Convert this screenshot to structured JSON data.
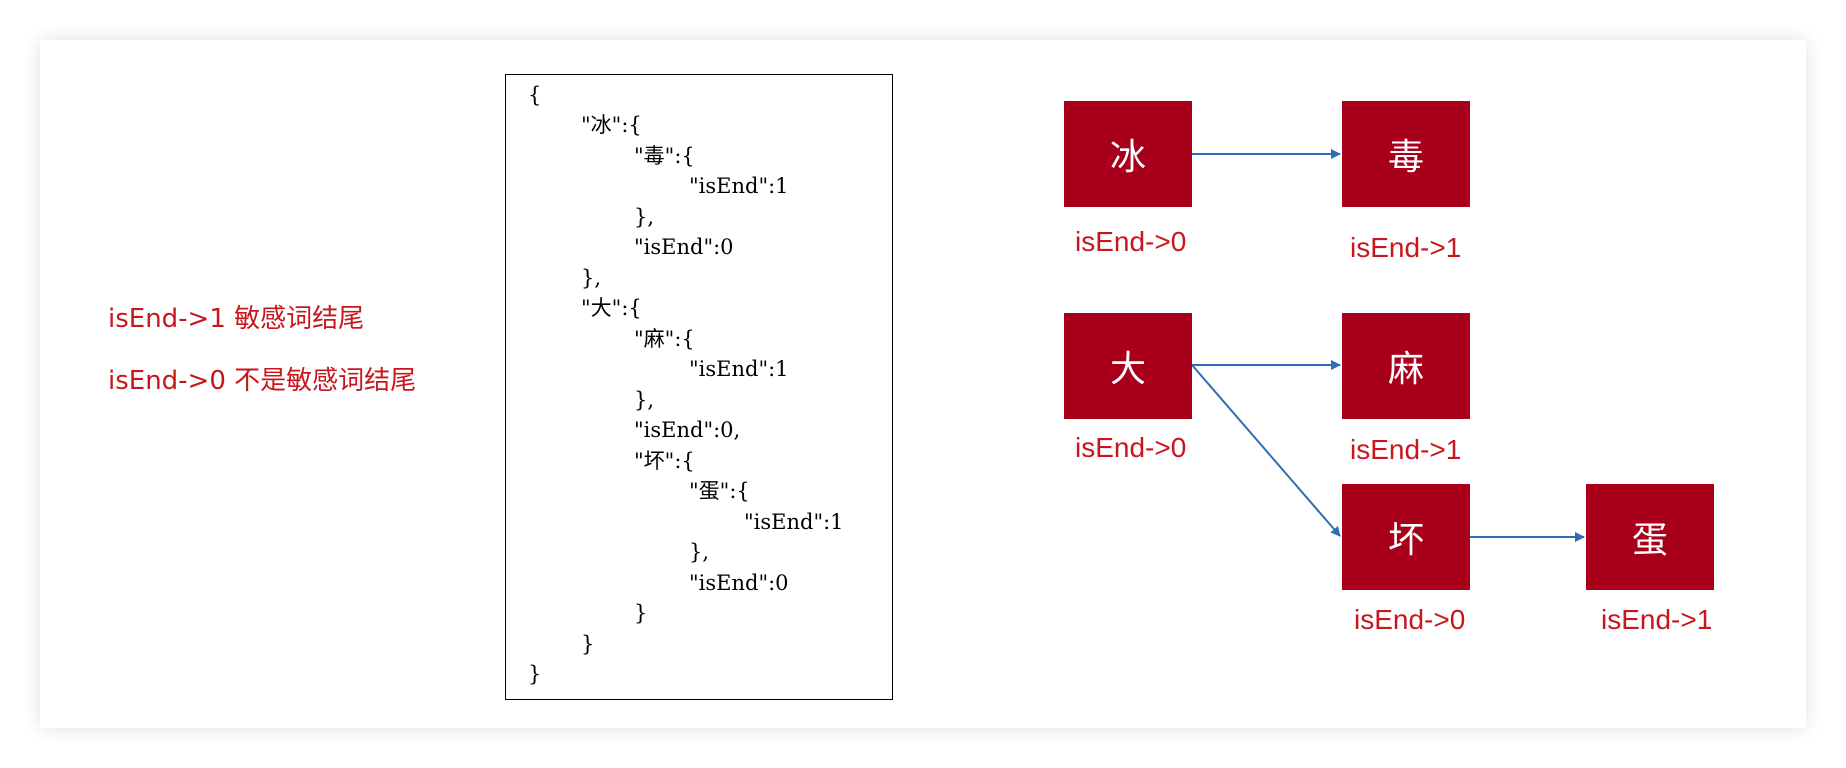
{
  "legend": {
    "line1": "isEnd->1 敏感词结尾",
    "line2": "isEnd->0 不是敏感词结尾"
  },
  "code": {
    "lines": [
      "{",
      "\"冰\":{",
      "\"毒\":{",
      "\"isEnd\":1",
      "},",
      "\"isEnd\":0",
      "},",
      "\"大\":{",
      "\"麻\":{",
      "\"isEnd\":1",
      "},",
      "\"isEnd\":0,",
      "\"坏\":{",
      "\"蛋\":{",
      "\"isEnd\":1",
      "},",
      "\"isEnd\":0",
      "}",
      "}",
      "}"
    ]
  },
  "nodes": {
    "bing": {
      "char": "冰",
      "label": "isEnd->0"
    },
    "du": {
      "char": "毒",
      "label": "isEnd->1"
    },
    "da": {
      "char": "大",
      "label": "isEnd->0"
    },
    "ma": {
      "char": "麻",
      "label": "isEnd->1"
    },
    "huai": {
      "char": "坏",
      "label": "isEnd->0"
    },
    "dan": {
      "char": "蛋",
      "label": "isEnd->1"
    }
  },
  "colors": {
    "node_fill": "#a8001b",
    "label_text": "#c8161d",
    "arrow": "#2e6db3"
  }
}
